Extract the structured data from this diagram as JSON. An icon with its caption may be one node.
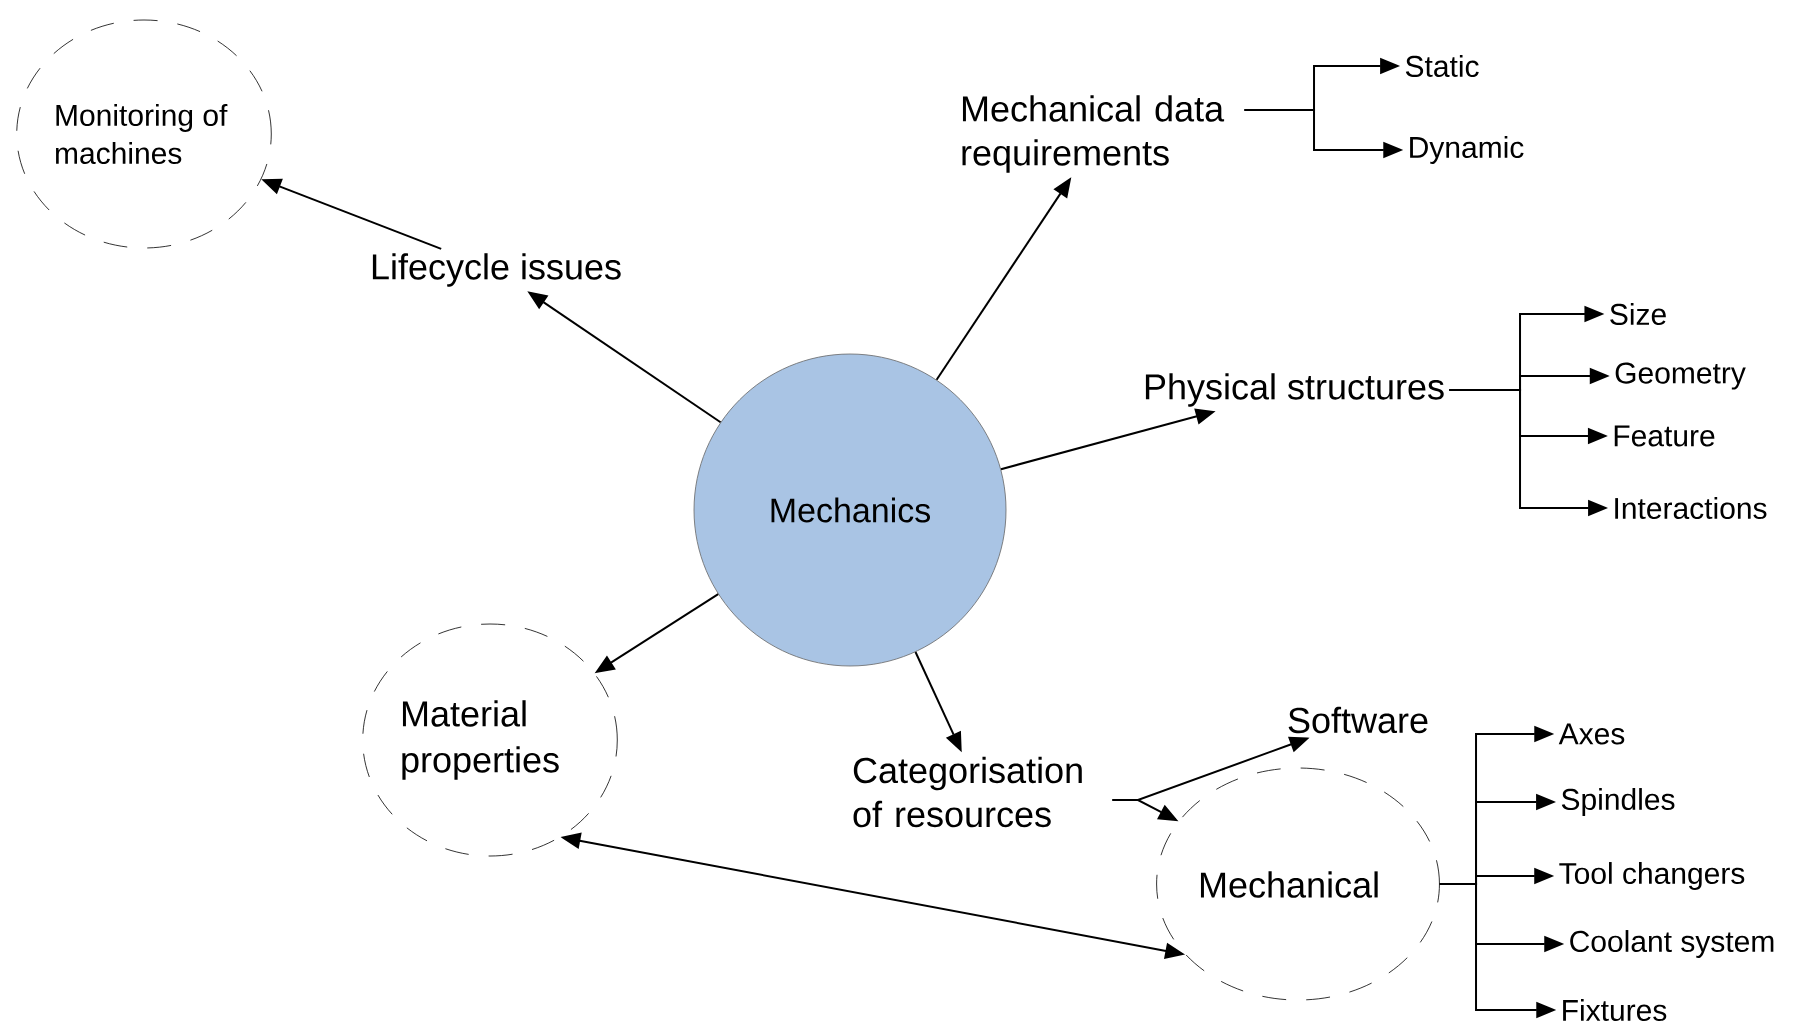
{
  "diagram": {
    "nodes": [
      {
        "text": [
          "Mechanics"
        ]
      },
      {
        "text": [
          "Monitoring of machines"
        ]
      },
      {
        "text": [
          "Lifecycle issues"
        ]
      },
      {
        "text": [
          "Mechanical data requirements"
        ]
      },
      {
        "text": [
          "Static"
        ]
      },
      {
        "text": [
          "Dynamic"
        ]
      },
      {
        "text": [
          "Physical structures"
        ]
      },
      {
        "text": [
          "Size"
        ]
      },
      {
        "text": [
          "Geometry"
        ]
      },
      {
        "text": [
          "Feature"
        ]
      },
      {
        "text": [
          "Interactions"
        ]
      },
      {
        "text": [
          "Material properties"
        ]
      },
      {
        "text": [
          "Categorisation of resources"
        ]
      },
      {
        "text": [
          "Software"
        ]
      },
      {
        "text": [
          "Mechanical"
        ]
      },
      {
        "text": [
          "Axes"
        ]
      },
      {
        "text": [
          "Spindles"
        ]
      },
      {
        "text": [
          "Tool changers"
        ]
      },
      {
        "text": [
          "Coolant system"
        ]
      },
      {
        "text": [
          "Fixtures"
        ]
      }
    ],
    "edges": [
      {
        "from": 0,
        "to": 2,
        "arrow": "to"
      },
      {
        "from": 2,
        "to": 1,
        "arrow": "to"
      },
      {
        "from": 0,
        "to": 3,
        "arrow": "to"
      },
      {
        "from": 3,
        "to": 4,
        "arrow": "to"
      },
      {
        "from": 3,
        "to": 5,
        "arrow": "to"
      },
      {
        "from": 0,
        "to": 6,
        "arrow": "to"
      },
      {
        "from": 6,
        "to": 7,
        "arrow": "to"
      },
      {
        "from": 6,
        "to": 8,
        "arrow": "to"
      },
      {
        "from": 6,
        "to": 9,
        "arrow": "to"
      },
      {
        "from": 6,
        "to": 10,
        "arrow": "to"
      },
      {
        "from": 0,
        "to": 11,
        "arrow": "to"
      },
      {
        "from": 0,
        "to": 12,
        "arrow": "to"
      },
      {
        "from": 12,
        "to": 13,
        "arrow": "to"
      },
      {
        "from": 12,
        "to": 14,
        "arrow": "to"
      },
      {
        "from": 11,
        "to": 14,
        "arrow": "both"
      },
      {
        "from": 14,
        "to": 15,
        "arrow": "to"
      },
      {
        "from": 14,
        "to": 16,
        "arrow": "to"
      },
      {
        "from": 14,
        "to": 17,
        "arrow": "to"
      },
      {
        "from": 14,
        "to": 18,
        "arrow": "to"
      },
      {
        "from": 14,
        "to": 19,
        "arrow": "to"
      }
    ]
  }
}
